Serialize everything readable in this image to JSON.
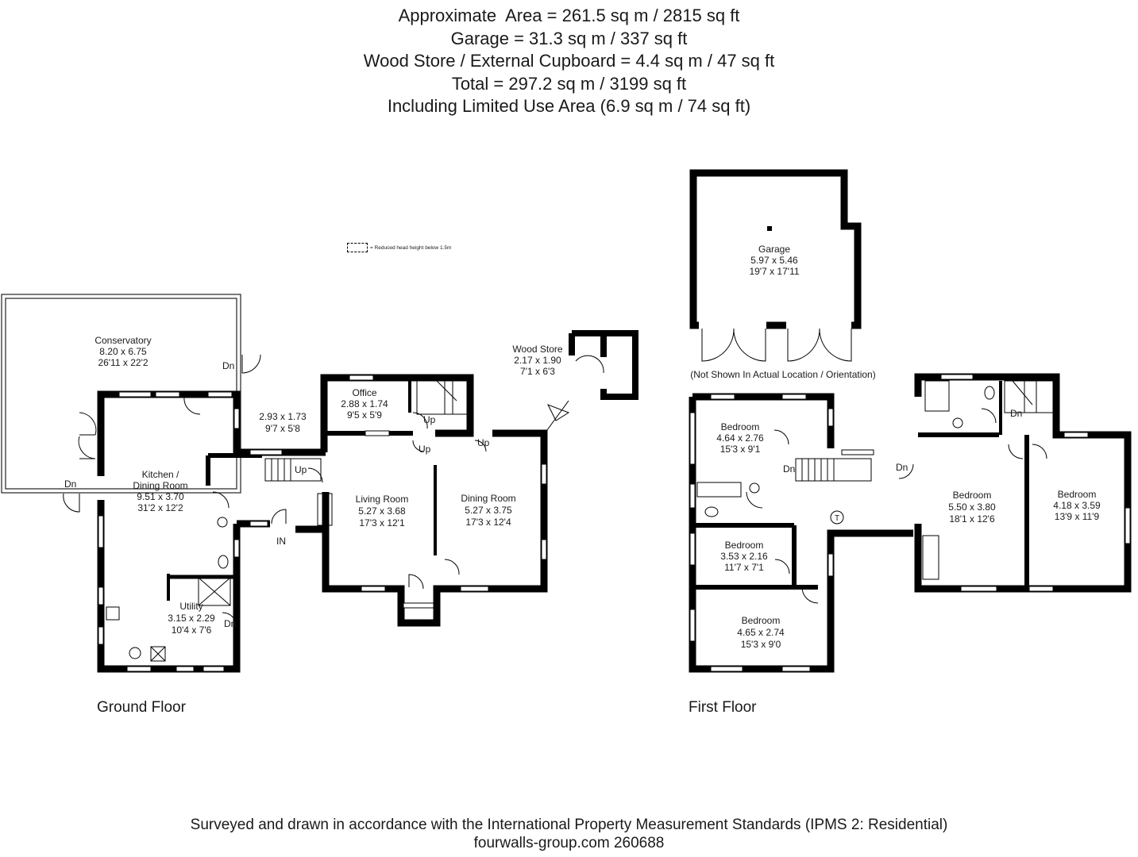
{
  "header": {
    "line1": "Approximate  Area = 261.5 sq m / 2815 sq ft",
    "line2": "Garage = 31.3 sq m / 337 sq ft",
    "line3": "Wood Store / External Cupboard = 4.4 sq m / 47 sq ft",
    "line4": "Total = 297.2 sq m / 3199 sq ft",
    "line5": "Including Limited Use Area (6.9 sq m / 74 sq ft)"
  },
  "legend": {
    "text": "= Reduced head height below 1.5m"
  },
  "ground_floor": {
    "label": "Ground Floor",
    "rooms": {
      "conservatory": {
        "name": "Conservatory",
        "metric": "8.20 x 6.75",
        "imperial": "26'11 x 22'2"
      },
      "kitchen": {
        "name1": "Kitchen /",
        "name2": "Dining Room",
        "metric": "9.51 x 3.70",
        "imperial": "31'2 x 12'2"
      },
      "utility": {
        "name": "Utility",
        "metric": "3.15 x 2.29",
        "imperial": "10'4 x 7'6"
      },
      "hall": {
        "metric": "2.93 x 1.73",
        "imperial": "9'7 x 5'8"
      },
      "office": {
        "name": "Office",
        "metric": "2.88 x 1.74",
        "imperial": "9'5 x 5'9"
      },
      "living": {
        "name": "Living Room",
        "metric": "5.27 x 3.68",
        "imperial": "17'3 x 12'1"
      },
      "dining": {
        "name": "Dining Room",
        "metric": "5.27 x 3.75",
        "imperial": "17'3 x 12'4"
      },
      "woodstore": {
        "name": "Wood Store",
        "metric": "2.17 x 1.90",
        "imperial": "7'1 x 6'3"
      }
    },
    "markers": {
      "dn": "Dn",
      "up": "Up",
      "in": "IN"
    }
  },
  "first_floor": {
    "label": "First Floor",
    "note": "(Not Shown In Actual Location / Orientation)",
    "rooms": {
      "garage": {
        "name": "Garage",
        "metric": "5.97 x 5.46",
        "imperial": "19'7 x 17'11"
      },
      "bedroom1": {
        "name": "Bedroom",
        "metric": "4.64 x 2.76",
        "imperial": "15'3 x 9'1"
      },
      "bedroom2": {
        "name": "Bedroom",
        "metric": "3.53 x 2.16",
        "imperial": "11'7 x 7'1"
      },
      "bedroom3": {
        "name": "Bedroom",
        "metric": "4.65 x 2.74",
        "imperial": "15'3 x 9'0"
      },
      "bedroom4": {
        "name": "Bedroom",
        "metric": "5.50 x 3.80",
        "imperial": "18'1 x 12'6"
      },
      "bedroom5": {
        "name": "Bedroom",
        "metric": "4.18 x 3.59",
        "imperial": "13'9 x 11'9"
      }
    },
    "markers": {
      "dn": "Dn",
      "t": "T"
    }
  },
  "footer": {
    "line1": "Surveyed and drawn in accordance with the International Property Measurement Standards (IPMS 2: Residential)",
    "line2": "fourwalls-group.com 260688"
  }
}
